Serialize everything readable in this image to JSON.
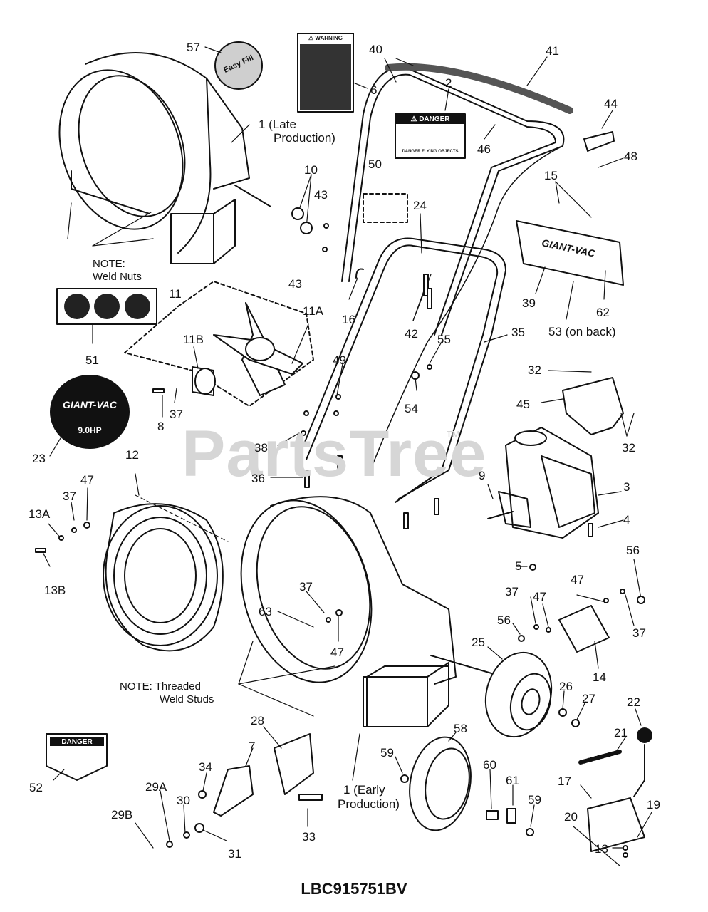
{
  "watermark": "PartsTree",
  "watermark_mark": "™",
  "model_number": "LBC915751BV",
  "decals": {
    "warning_title": "⚠ WARNING",
    "danger_title": "⚠ DANGER",
    "danger_caption": "DANGER FLYING OBJECTS",
    "giant_vac_brand": "GIANT-VAC",
    "giant_vac_hp": "9.0HP",
    "handle_brand": "GIANT-VAC",
    "badge_57": "Easy Fill",
    "danger_52": "DANGER"
  },
  "callouts": [
    {
      "id": "57",
      "text": "57"
    },
    {
      "id": "6",
      "text": "6"
    },
    {
      "id": "40",
      "text": "40"
    },
    {
      "id": "41",
      "text": "41"
    },
    {
      "id": "2",
      "text": "2"
    },
    {
      "id": "44",
      "text": "44"
    },
    {
      "id": "1-late",
      "text": "1 (Late"
    },
    {
      "id": "1-late-2",
      "text": "Production)"
    },
    {
      "id": "46",
      "text": "46"
    },
    {
      "id": "48",
      "text": "48"
    },
    {
      "id": "50",
      "text": "50"
    },
    {
      "id": "15",
      "text": "15"
    },
    {
      "id": "10",
      "text": "10"
    },
    {
      "id": "43a",
      "text": "43"
    },
    {
      "id": "24",
      "text": "24"
    },
    {
      "id": "43b",
      "text": "43"
    },
    {
      "id": "16",
      "text": "16"
    },
    {
      "id": "42",
      "text": "42"
    },
    {
      "id": "39",
      "text": "39"
    },
    {
      "id": "62",
      "text": "62"
    },
    {
      "id": "53",
      "text": "53 (on back)"
    },
    {
      "id": "11",
      "text": "11"
    },
    {
      "id": "11A",
      "text": "11A"
    },
    {
      "id": "11B",
      "text": "11B"
    },
    {
      "id": "35",
      "text": "35"
    },
    {
      "id": "51",
      "text": "51"
    },
    {
      "id": "49",
      "text": "49"
    },
    {
      "id": "55",
      "text": "55"
    },
    {
      "id": "32a",
      "text": "32"
    },
    {
      "id": "54",
      "text": "54"
    },
    {
      "id": "45",
      "text": "45"
    },
    {
      "id": "8",
      "text": "8"
    },
    {
      "id": "37a",
      "text": "37"
    },
    {
      "id": "32b",
      "text": "32"
    },
    {
      "id": "23",
      "text": "23"
    },
    {
      "id": "38",
      "text": "38"
    },
    {
      "id": "12",
      "text": "12"
    },
    {
      "id": "36",
      "text": "36"
    },
    {
      "id": "9",
      "text": "9"
    },
    {
      "id": "3",
      "text": "3"
    },
    {
      "id": "37b",
      "text": "37"
    },
    {
      "id": "47a",
      "text": "47"
    },
    {
      "id": "13A",
      "text": "13A"
    },
    {
      "id": "4",
      "text": "4"
    },
    {
      "id": "13B",
      "text": "13B"
    },
    {
      "id": "5",
      "text": "5"
    },
    {
      "id": "56a",
      "text": "56"
    },
    {
      "id": "47b",
      "text": "47"
    },
    {
      "id": "37c",
      "text": "37"
    },
    {
      "id": "63",
      "text": "63"
    },
    {
      "id": "37d",
      "text": "37"
    },
    {
      "id": "47c",
      "text": "47"
    },
    {
      "id": "56b",
      "text": "56"
    },
    {
      "id": "37e",
      "text": "37"
    },
    {
      "id": "47d",
      "text": "47"
    },
    {
      "id": "25",
      "text": "25"
    },
    {
      "id": "14",
      "text": "14"
    },
    {
      "id": "26",
      "text": "26"
    },
    {
      "id": "27",
      "text": "27"
    },
    {
      "id": "22",
      "text": "22"
    },
    {
      "id": "28",
      "text": "28"
    },
    {
      "id": "58",
      "text": "58"
    },
    {
      "id": "21",
      "text": "21"
    },
    {
      "id": "7",
      "text": "7"
    },
    {
      "id": "52",
      "text": "52"
    },
    {
      "id": "34",
      "text": "34"
    },
    {
      "id": "59a",
      "text": "59"
    },
    {
      "id": "29A",
      "text": "29A"
    },
    {
      "id": "30",
      "text": "30"
    },
    {
      "id": "1-early",
      "text": "1 (Early"
    },
    {
      "id": "1-early-2",
      "text": "Production)"
    },
    {
      "id": "60",
      "text": "60"
    },
    {
      "id": "61",
      "text": "61"
    },
    {
      "id": "59b",
      "text": "59"
    },
    {
      "id": "17",
      "text": "17"
    },
    {
      "id": "19",
      "text": "19"
    },
    {
      "id": "20",
      "text": "20"
    },
    {
      "id": "29B",
      "text": "29B"
    },
    {
      "id": "31",
      "text": "31"
    },
    {
      "id": "33",
      "text": "33"
    },
    {
      "id": "18",
      "text": "18"
    }
  ],
  "notes": {
    "weld_nuts_1": "NOTE:",
    "weld_nuts_2": "Weld Nuts",
    "studs_1": "NOTE: Threaded",
    "studs_2": "Weld Studs"
  }
}
